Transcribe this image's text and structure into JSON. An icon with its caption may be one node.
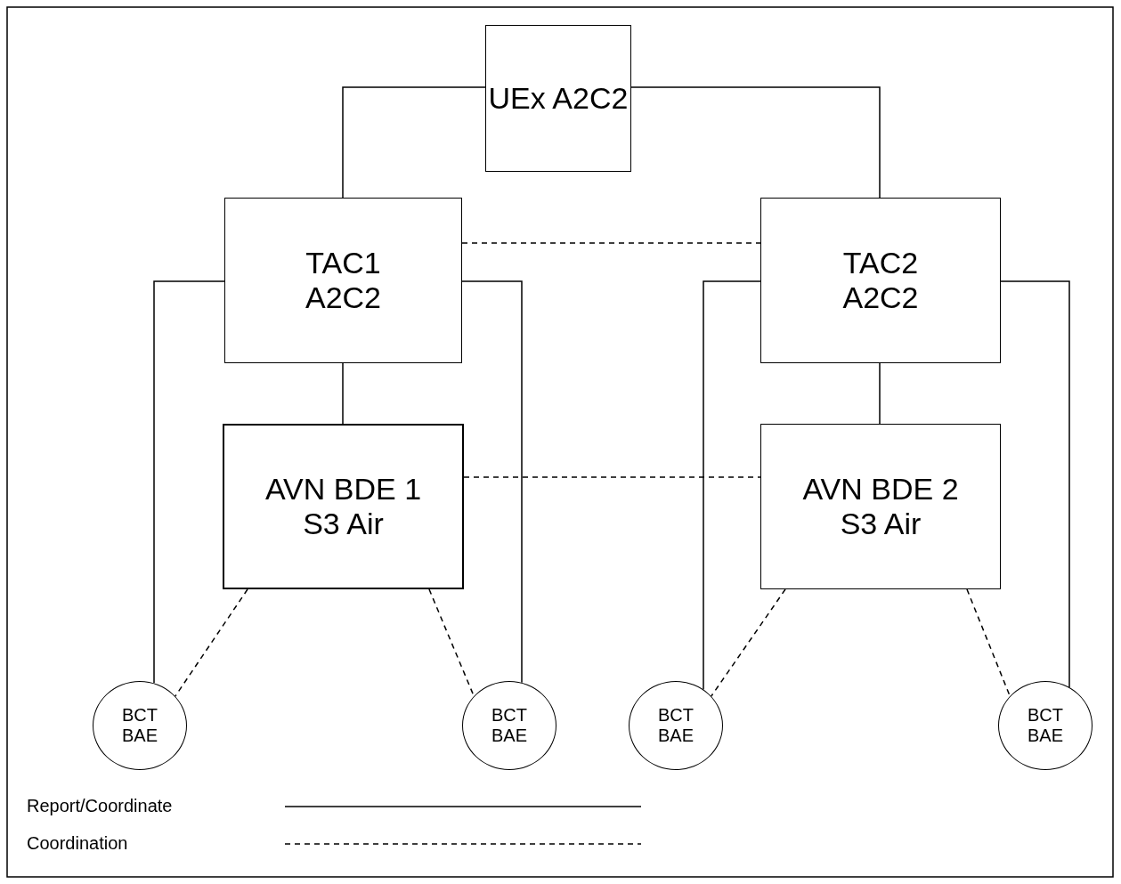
{
  "diagram": {
    "nodes": [
      {
        "text": [
          "UEx A2C2"
        ]
      },
      {
        "text": [
          "TAC1 A2C2"
        ]
      },
      {
        "text": [
          "TAC2 A2C2"
        ]
      },
      {
        "text": [
          "AVN BDE 1 S3 Air"
        ]
      },
      {
        "text": [
          "AVN BDE 2 S3 Air"
        ]
      },
      {
        "text": [
          "BCT BAE"
        ]
      },
      {
        "text": [
          "BCT BAE"
        ]
      },
      {
        "text": [
          "BCT BAE"
        ]
      },
      {
        "text": [
          "BCT BAE"
        ]
      }
    ],
    "edges": [
      {
        "from": 0,
        "to": 1,
        "arrow": "none"
      },
      {
        "from": 0,
        "to": 2,
        "arrow": "none"
      },
      {
        "from": 1,
        "to": 2,
        "arrow": "none",
        "style": "dashed"
      },
      {
        "from": 1,
        "to": 3,
        "arrow": "none"
      },
      {
        "from": 2,
        "to": 4,
        "arrow": "none"
      },
      {
        "from": 3,
        "to": 4,
        "arrow": "none",
        "style": "dashed"
      },
      {
        "from": 1,
        "to": 5,
        "arrow": "none"
      },
      {
        "from": 1,
        "to": 6,
        "arrow": "none"
      },
      {
        "from": 2,
        "to": 7,
        "arrow": "none"
      },
      {
        "from": 2,
        "to": 8,
        "arrow": "none"
      },
      {
        "from": 3,
        "to": 5,
        "arrow": "none",
        "style": "dashed"
      },
      {
        "from": 3,
        "to": 6,
        "arrow": "none",
        "style": "dashed"
      },
      {
        "from": 4,
        "to": 7,
        "arrow": "none",
        "style": "dashed"
      },
      {
        "from": 4,
        "to": 8,
        "arrow": "none",
        "style": "dashed"
      }
    ],
    "legend": [
      {
        "text": "Report/Coordinate"
      },
      {
        "text": "Coordination"
      }
    ]
  }
}
